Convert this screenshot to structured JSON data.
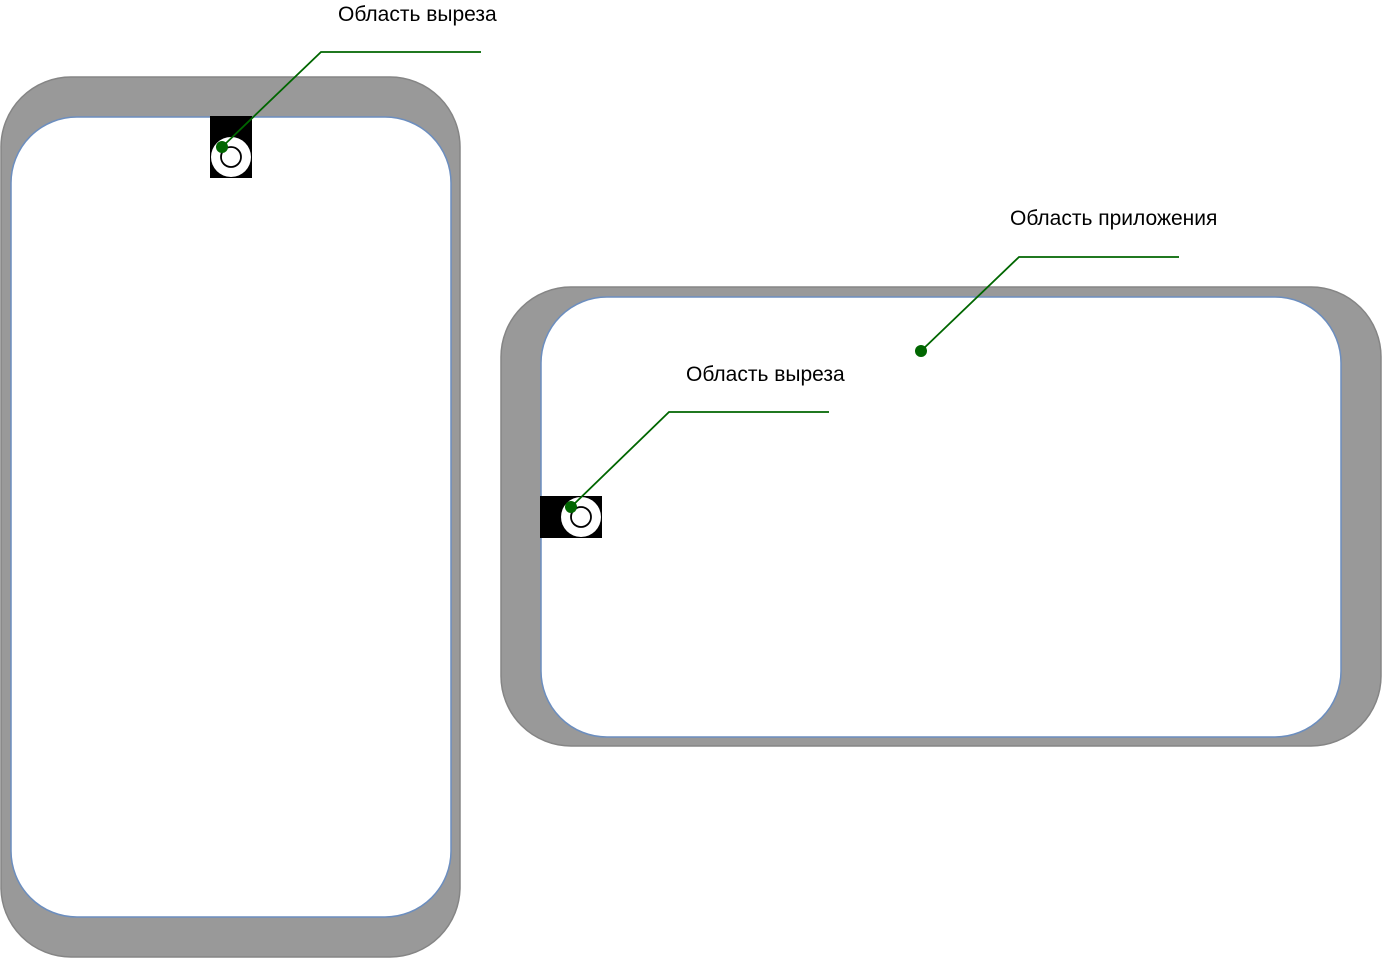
{
  "colors": {
    "device_frame": "#999999",
    "device_frame_stroke": "#858585",
    "screen_fill": "#ffffff",
    "screen_stroke": "#6c8ebf",
    "cutout_fill": "#000000",
    "camera_ring": "#ffffff",
    "callout_line": "#006600",
    "callout_dot": "#006600"
  },
  "devices": [
    {
      "orientation": "portrait",
      "cutout_position": "top-center",
      "icon": "camera-icon"
    },
    {
      "orientation": "landscape",
      "cutout_position": "left-center",
      "icon": "camera-icon"
    }
  ],
  "callouts": {
    "portrait_cutout": {
      "label": "Область выреза"
    },
    "app_area": {
      "label": "Область приложения"
    },
    "landscape_cutout": {
      "label": "Область выреза"
    }
  }
}
